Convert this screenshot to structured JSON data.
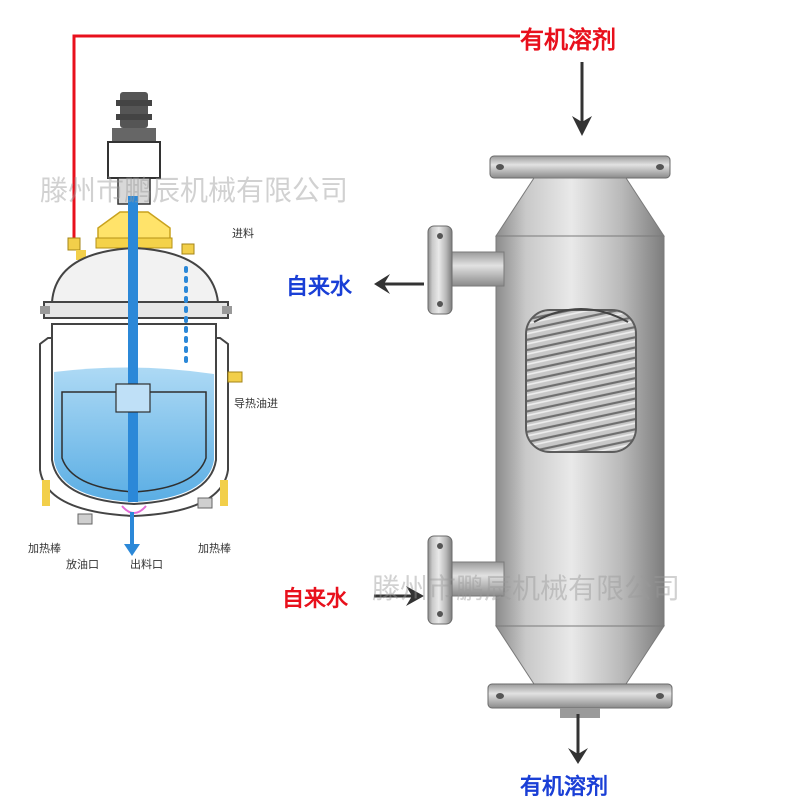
{
  "labels": {
    "top_solvent": "有机溶剂",
    "bottom_solvent": "有机溶剂",
    "water_out": "自来水",
    "water_in": "自来水"
  },
  "reactor_labels": {
    "feed": "进料",
    "oil_in": "导热油进",
    "heater_left": "加热棒",
    "heater_right": "加热棒",
    "oil_drain": "放油口",
    "discharge": "出料口"
  },
  "watermarks": {
    "top": "滕州市鹏辰机械有限公司",
    "bottom": "滕州市鹏辰机械有限公司"
  },
  "colors": {
    "solvent_text": "#e8101c",
    "water_out_text": "#1a3fd6",
    "water_in_text": "#e8101c",
    "pipe_red": "#e8101c",
    "liquid": "#3aa0e0"
  }
}
